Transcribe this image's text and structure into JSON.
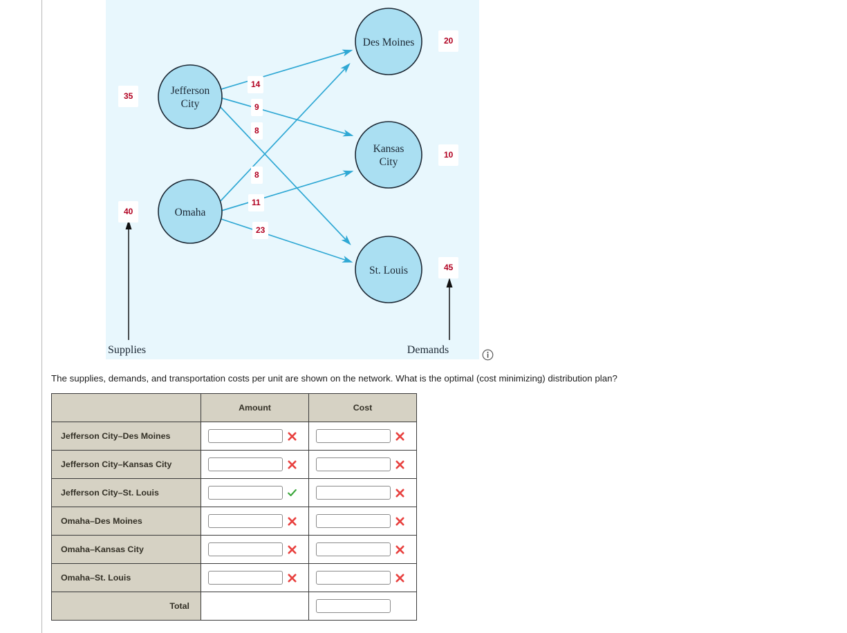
{
  "diagram": {
    "background_color": "#e8f7fd",
    "node_fill": "#aadff2",
    "node_stroke": "#1b2733",
    "edge_color": "#2fa8d4",
    "value_color": "#b00020",
    "supplies_label": "Supplies",
    "demands_label": "Demands",
    "info_icon": "info-circle-icon",
    "origins": [
      {
        "id": "jefferson-city",
        "line1": "Jefferson",
        "line2": "City",
        "supply": "35"
      },
      {
        "id": "omaha",
        "line1": "Omaha",
        "line2": "",
        "supply": "40"
      }
    ],
    "destinations": [
      {
        "id": "des-moines",
        "line1": "Des Moines",
        "line2": "",
        "demand": "20"
      },
      {
        "id": "kansas-city",
        "line1": "Kansas",
        "line2": "City",
        "demand": "10"
      },
      {
        "id": "st-louis",
        "line1": "St. Louis",
        "line2": "",
        "demand": "45"
      }
    ],
    "edges": [
      {
        "from": "jefferson-city",
        "to": "des-moines",
        "cost": "14"
      },
      {
        "from": "jefferson-city",
        "to": "kansas-city",
        "cost": "9"
      },
      {
        "from": "jefferson-city",
        "to": "st-louis",
        "cost": "8"
      },
      {
        "from": "omaha",
        "to": "des-moines",
        "cost": "8"
      },
      {
        "from": "omaha",
        "to": "kansas-city",
        "cost": "11"
      },
      {
        "from": "omaha",
        "to": "st-louis",
        "cost": "23"
      }
    ]
  },
  "question": {
    "text": "The supplies, demands, and transportation costs per unit are shown on the network. What is the optimal (cost minimizing) distribution plan?"
  },
  "table": {
    "headers": {
      "blank": "",
      "amount": "Amount",
      "cost": "Cost"
    },
    "rows": [
      {
        "label": "Jefferson City–Des Moines",
        "amount_value": "",
        "amount_mark": "incorrect",
        "cost_value": "",
        "cost_mark": "incorrect"
      },
      {
        "label": "Jefferson City–Kansas City",
        "amount_value": "",
        "amount_mark": "incorrect",
        "cost_value": "",
        "cost_mark": "incorrect"
      },
      {
        "label": "Jefferson City–St. Louis",
        "amount_value": "",
        "amount_mark": "correct",
        "cost_value": "",
        "cost_mark": "incorrect"
      },
      {
        "label": "Omaha–Des Moines",
        "amount_value": "",
        "amount_mark": "incorrect",
        "cost_value": "",
        "cost_mark": "incorrect"
      },
      {
        "label": "Omaha–Kansas City",
        "amount_value": "",
        "amount_mark": "incorrect",
        "cost_value": "",
        "cost_mark": "incorrect"
      },
      {
        "label": "Omaha–St. Louis",
        "amount_value": "",
        "amount_mark": "incorrect",
        "cost_value": "",
        "cost_mark": "incorrect"
      }
    ],
    "total_row": {
      "label": "Total",
      "amount_value": "",
      "cost_value": ""
    },
    "header_bg": "#d6d2c4",
    "correct_color": "#3aa63a",
    "incorrect_color": "#e8413f"
  }
}
